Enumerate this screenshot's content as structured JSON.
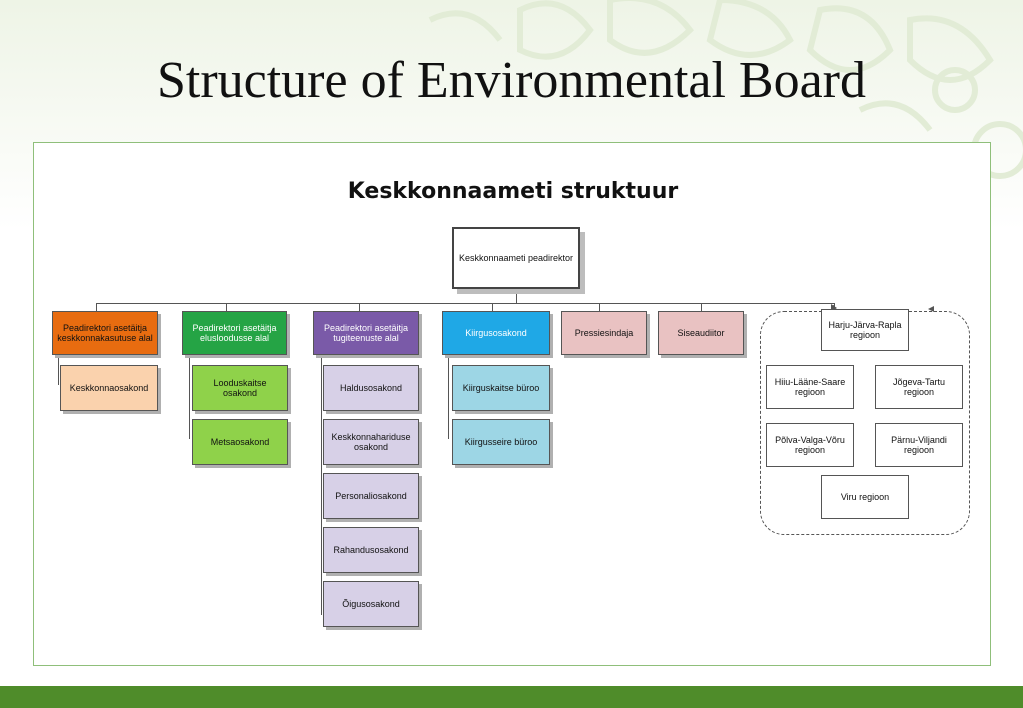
{
  "slide": {
    "title": "Structure of Environmental Board"
  },
  "chart": {
    "title": "Keskkonnaameti struktuur",
    "top": "Keskkonnaameti peadirektor",
    "deputies": [
      "Peadirektori asetäitja keskkonnakasutuse alal",
      "Peadirektori asetäitja elusloodusse alal",
      "Peadirektori asetäitja tugiteenuste alal"
    ],
    "dept_keskkonnakasutus": [
      "Keskkonnaosakond"
    ],
    "dept_elusloodus": [
      "Looduskaitse osakond",
      "Metsaosakond"
    ],
    "dept_tugiteenus": [
      "Haldusosakond",
      "Keskkonnahariduse osakond",
      "Personaliosakond",
      "Rahandusosakond",
      "Õigusosakond"
    ],
    "kiirgus": "Kiirgusosakond",
    "kiirgus_units": [
      "Kiirguskaitse büroo",
      "Kiirgusseire büroo"
    ],
    "pressiesindaja": "Pressiesindaja",
    "siseaudiitor": "Siseaudiitor",
    "regions": {
      "main": "Harju-Järva-Rapla regioon",
      "hiiu": "Hiiu-Lääne-Saare regioon",
      "jogeva": "Jõgeva-Tartu regioon",
      "polva": "Põlva-Valga-Võru regioon",
      "parnu": "Pärnu-Viljandi regioon",
      "viru": "Viru regioon"
    }
  }
}
